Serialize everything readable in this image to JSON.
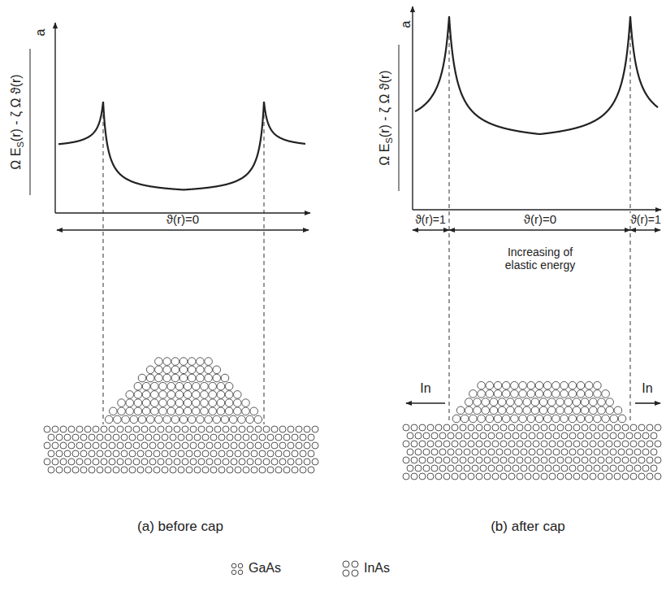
{
  "diagram": {
    "labels": [
      "Ω E",
      "S",
      "(r) - ζ Ω ϑ(r)",
      "a",
      "ϑ(r)=0",
      "(a) before cap",
      "Ω E",
      "S",
      "(r) - ζ Ω ϑ(r)",
      "a",
      "ϑ(r)=1",
      "ϑ(r)=0",
      "ϑ(r)=1",
      "Increasing of elastic energy",
      "In",
      "In",
      "(b) after cap"
    ],
    "legend": [
      {
        "text": "GaAs"
      },
      {
        "text": "InAs"
      }
    ]
  }
}
